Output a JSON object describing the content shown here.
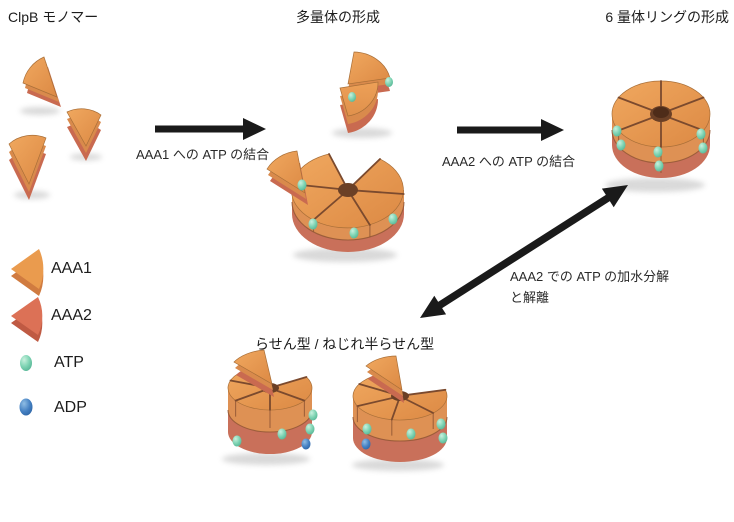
{
  "stage_titles": {
    "monomer": "ClpB モノマー",
    "multimer": "多量体の形成",
    "hexamer_ring": "6 量体リングの形成",
    "helical": "らせん型 / ねじれ半らせん型"
  },
  "arrow_labels": {
    "aaa1_atp_binding": "AAA1 への ATP の結合",
    "aaa2_atp_binding": "AAA2 への ATP の結合",
    "hydrolysis_line1": "AAA2 での ATP の加水分解",
    "hydrolysis_line2": "と解離"
  },
  "legend": {
    "items": [
      {
        "label": "AAA1",
        "swatch": "wedge-orange",
        "color": "#EA9B4E"
      },
      {
        "label": "AAA2",
        "swatch": "wedge-red",
        "color": "#DC7156"
      },
      {
        "label": "ATP",
        "swatch": "sphere-teal",
        "color": "#7FD4B4"
      },
      {
        "label": "ADP",
        "swatch": "sphere-blue",
        "color": "#4480C2"
      }
    ]
  },
  "colors": {
    "background": "#FFFFFF",
    "aaa1_top_orange": "#E8984F",
    "aaa1_band_orange": "#DE9154",
    "aaa2_band_red": "#C9705A",
    "atp_teal": "#7FD4B4",
    "adp_blue": "#4480C2",
    "seam_brown": "#7B4A2E",
    "arrow_black": "#1A1A1A",
    "text": "#1C1C1C"
  }
}
